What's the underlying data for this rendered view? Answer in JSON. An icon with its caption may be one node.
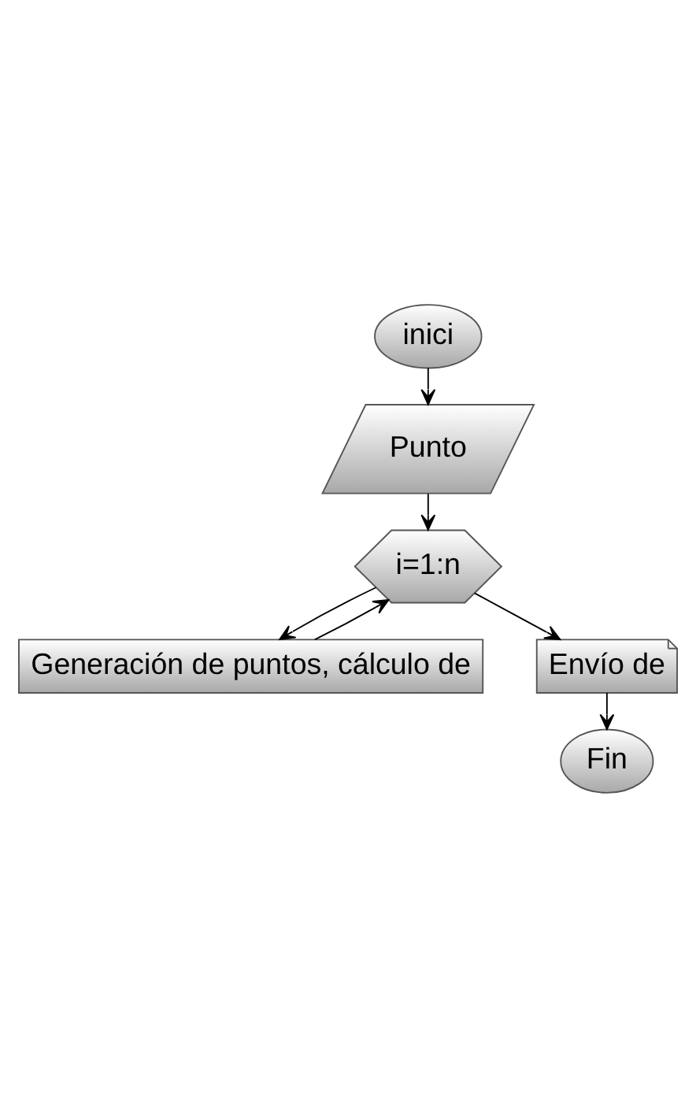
{
  "diagram": {
    "nodes": [
      {
        "text": [
          "inici"
        ]
      },
      {
        "text": [
          "Punto"
        ]
      },
      {
        "text": [
          "i=1:n"
        ]
      },
      {
        "text": [
          "Generación de puntos, cálculo de"
        ]
      },
      {
        "text": [
          "Envío de"
        ]
      },
      {
        "text": [
          "Fin"
        ]
      }
    ],
    "edges": [
      {
        "from": 0,
        "to": 1,
        "arrow": "to"
      },
      {
        "from": 1,
        "to": 2,
        "arrow": "to"
      },
      {
        "from": 2,
        "to": 3,
        "arrow": "to"
      },
      {
        "from": 3,
        "to": 2,
        "arrow": "to"
      },
      {
        "from": 2,
        "to": 4,
        "arrow": "to"
      },
      {
        "from": 4,
        "to": 5,
        "arrow": "to"
      }
    ]
  }
}
